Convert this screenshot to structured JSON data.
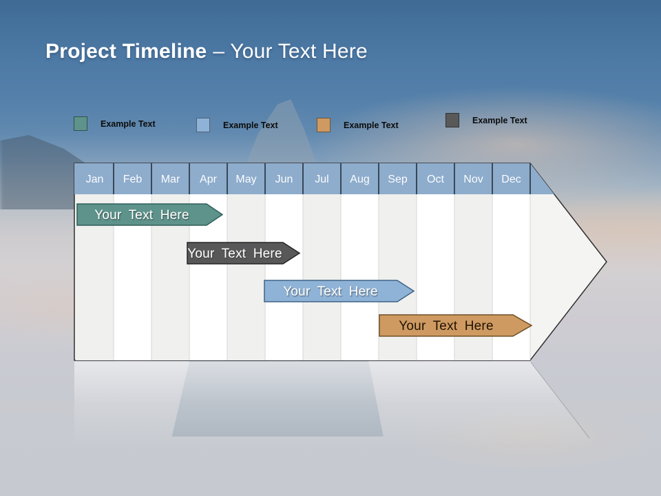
{
  "slide": {
    "title_bold": "Project Timeline",
    "title_rest": "– Your Text Here"
  },
  "legend": {
    "items": [
      {
        "label": "Example Text",
        "color": "#5d938b"
      },
      {
        "label": "Example Text",
        "color": "#8fb3d7"
      },
      {
        "label": "Example Text",
        "color": "#ce9a62"
      },
      {
        "label": "Example Text",
        "color": "#595959"
      }
    ]
  },
  "timeline": {
    "months": [
      "Jan",
      "Feb",
      "Mar",
      "Apr",
      "May",
      "Jun",
      "Jul",
      "Aug",
      "Sep",
      "Oct",
      "Nov",
      "Dec"
    ],
    "header_color": "#8eaccc",
    "bars": [
      {
        "label": "Your Text Here",
        "color": "#5d938b",
        "start_month": "Jan",
        "end_month": "Apr"
      },
      {
        "label": "Your Text Here",
        "color": "#585858",
        "start_month": "Apr",
        "end_month": "Jun"
      },
      {
        "label": "Your Text Here",
        "color": "#8fb3d7",
        "start_month": "Jun",
        "end_month": "Sep"
      },
      {
        "label": "Your Text Here",
        "color": "#ce9a62",
        "start_month": "Sep",
        "end_month": "Dec"
      }
    ]
  }
}
